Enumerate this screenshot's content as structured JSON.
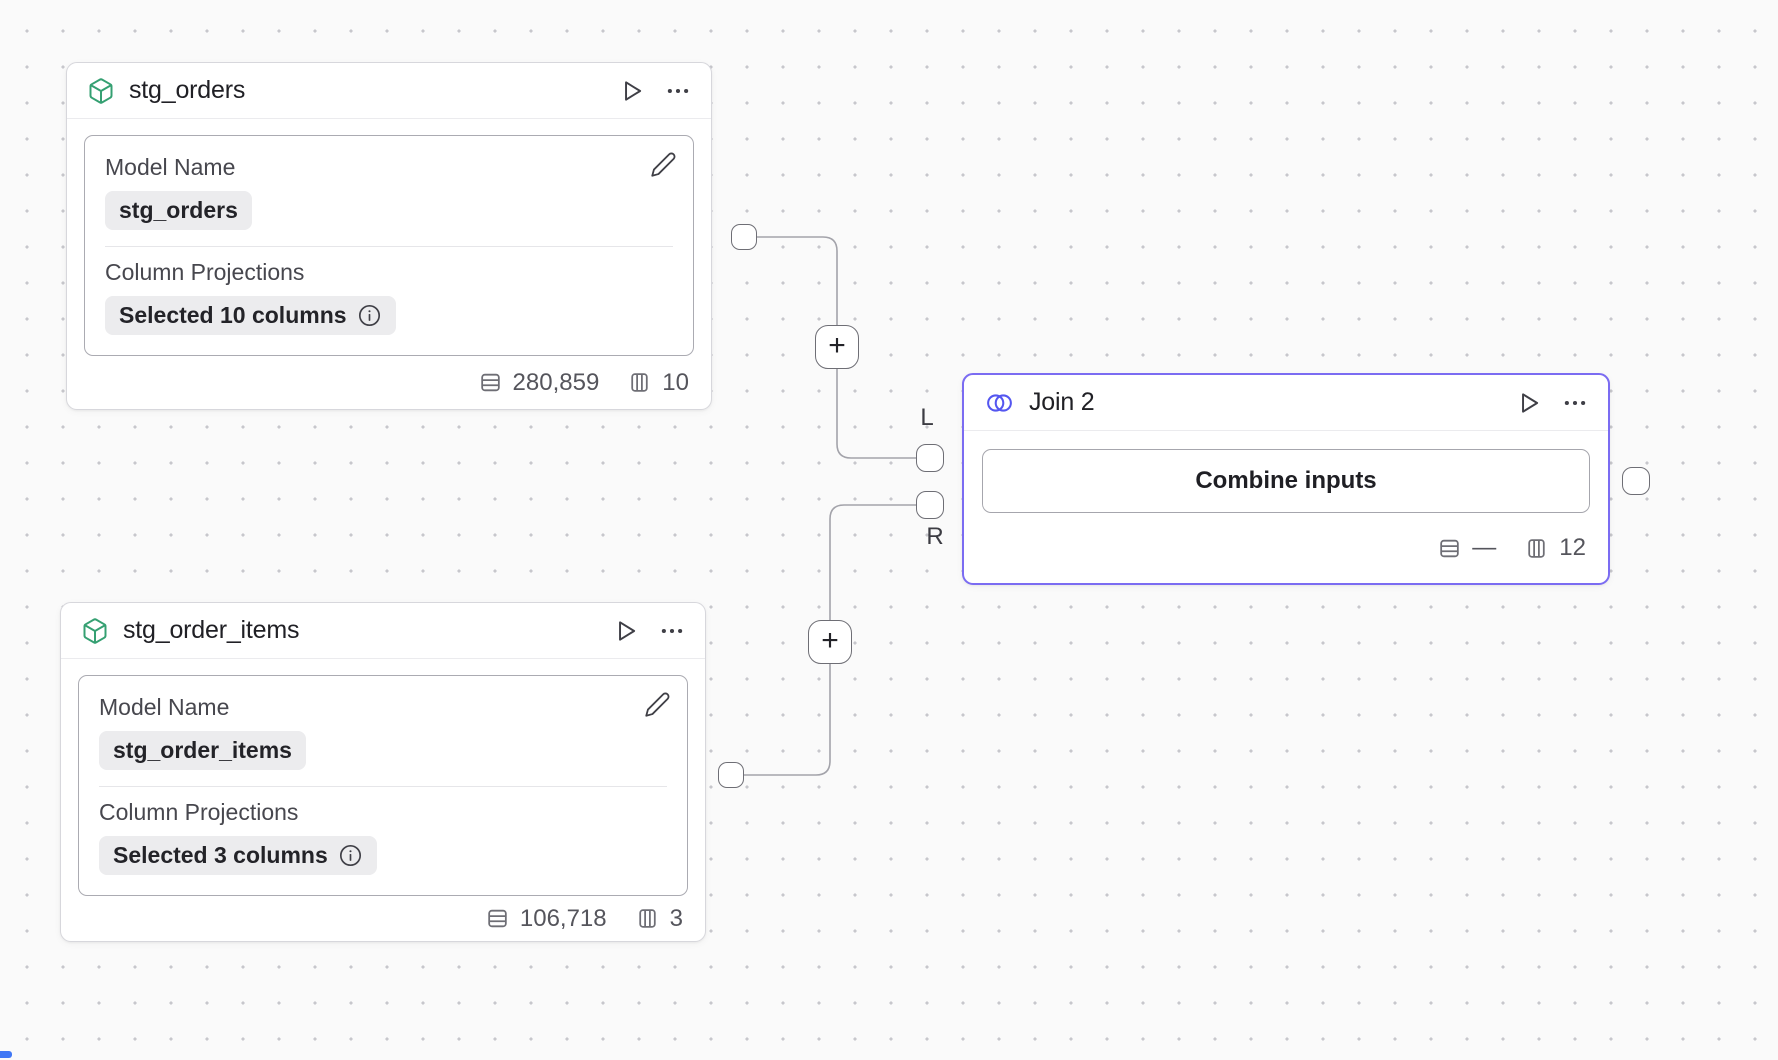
{
  "canvas": {
    "background": "#fafafa",
    "dot_color": "#c7c7cc",
    "wire_color": "#a3a3aa",
    "join_selected_border": "#7b6cf2",
    "join_icon_color": "#5456f0",
    "model_icon_color": "#35a072"
  },
  "connectors": {
    "add_label": "+"
  },
  "nodes": {
    "stg_orders": {
      "title": "stg_orders",
      "model_name_label": "Model Name",
      "model_name_value": "stg_orders",
      "column_projections_label": "Column Projections",
      "column_projections_value": "Selected 10 columns",
      "row_count": "280,859",
      "column_count": "10"
    },
    "stg_order_items": {
      "title": "stg_order_items",
      "model_name_label": "Model Name",
      "model_name_value": "stg_order_items",
      "column_projections_label": "Column Projections",
      "column_projections_value": "Selected 3 columns",
      "row_count": "106,718",
      "column_count": "3"
    },
    "join": {
      "title": "Join 2",
      "combine_button_label": "Combine inputs",
      "row_count": "—",
      "column_count": "12",
      "left_input_label": "L",
      "right_input_label": "R"
    }
  }
}
